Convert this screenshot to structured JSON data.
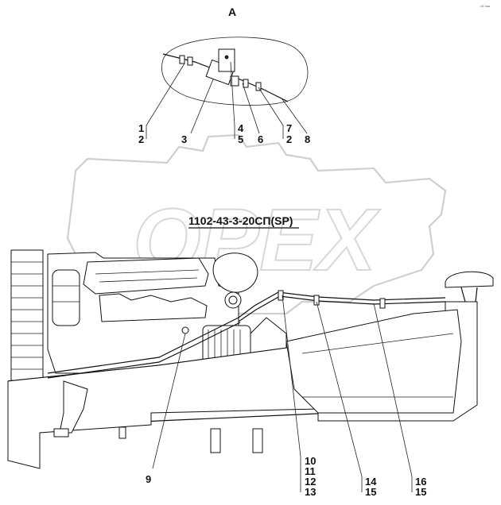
{
  "view_label": "A",
  "corner_mark": "ᶜᴳ ᵐᵉᵉ",
  "drawing_title": "1102-43-3-20СП(SP)",
  "watermark": "OPEX",
  "callouts": {
    "c1": "1",
    "c2a": "2",
    "c3": "3",
    "c4": "4",
    "c5": "5",
    "c6": "6",
    "c7": "7",
    "c2b": "2",
    "c8": "8",
    "c9": "9",
    "c10": "10",
    "c11": "11",
    "c12": "12",
    "c13": "13",
    "c14": "14",
    "c15a": "15",
    "c16": "16",
    "c15b": "15"
  }
}
